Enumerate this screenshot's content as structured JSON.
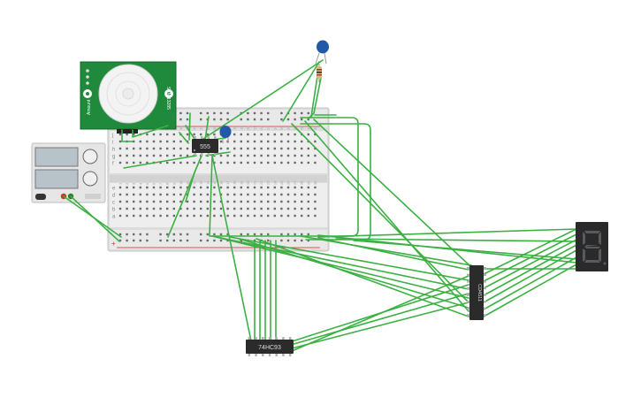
{
  "canvas": {
    "background": "#ffffff",
    "wire_color": "#3cb043"
  },
  "pir_sensor": {
    "left_label": "Amount",
    "right_label": "SEN-13285",
    "icon": "pir-dome-icon"
  },
  "power_supply": {
    "icon": "power-supply-icon"
  },
  "breadboard": {
    "row_letters_top": [
      "j",
      "i",
      "h",
      "g",
      "f"
    ],
    "row_letters_bottom": [
      "e",
      "d",
      "c",
      "b",
      "a"
    ],
    "column_numbers": [
      "1",
      "2",
      "3",
      "4",
      "5",
      "6",
      "7",
      "8",
      "9",
      "10",
      "11",
      "12",
      "13",
      "14",
      "15",
      "16",
      "17",
      "18",
      "19",
      "20",
      "21",
      "22",
      "23",
      "24",
      "25",
      "26",
      "27",
      "28",
      "29",
      "30"
    ],
    "rail_plus": "+",
    "rail_minus": "−"
  },
  "chip_555": {
    "label": "555"
  },
  "chip_74hc93": {
    "label": "74HC93"
  },
  "chip_cd4511": {
    "label": "CD4511"
  },
  "seven_segment": {
    "digit": "8",
    "segment_color": "#555b61"
  },
  "capacitor_top": {
    "icon": "ceramic-capacitor-icon"
  },
  "capacitor_mid": {
    "icon": "ceramic-capacitor-icon"
  },
  "resistor": {
    "icon": "resistor-icon"
  }
}
